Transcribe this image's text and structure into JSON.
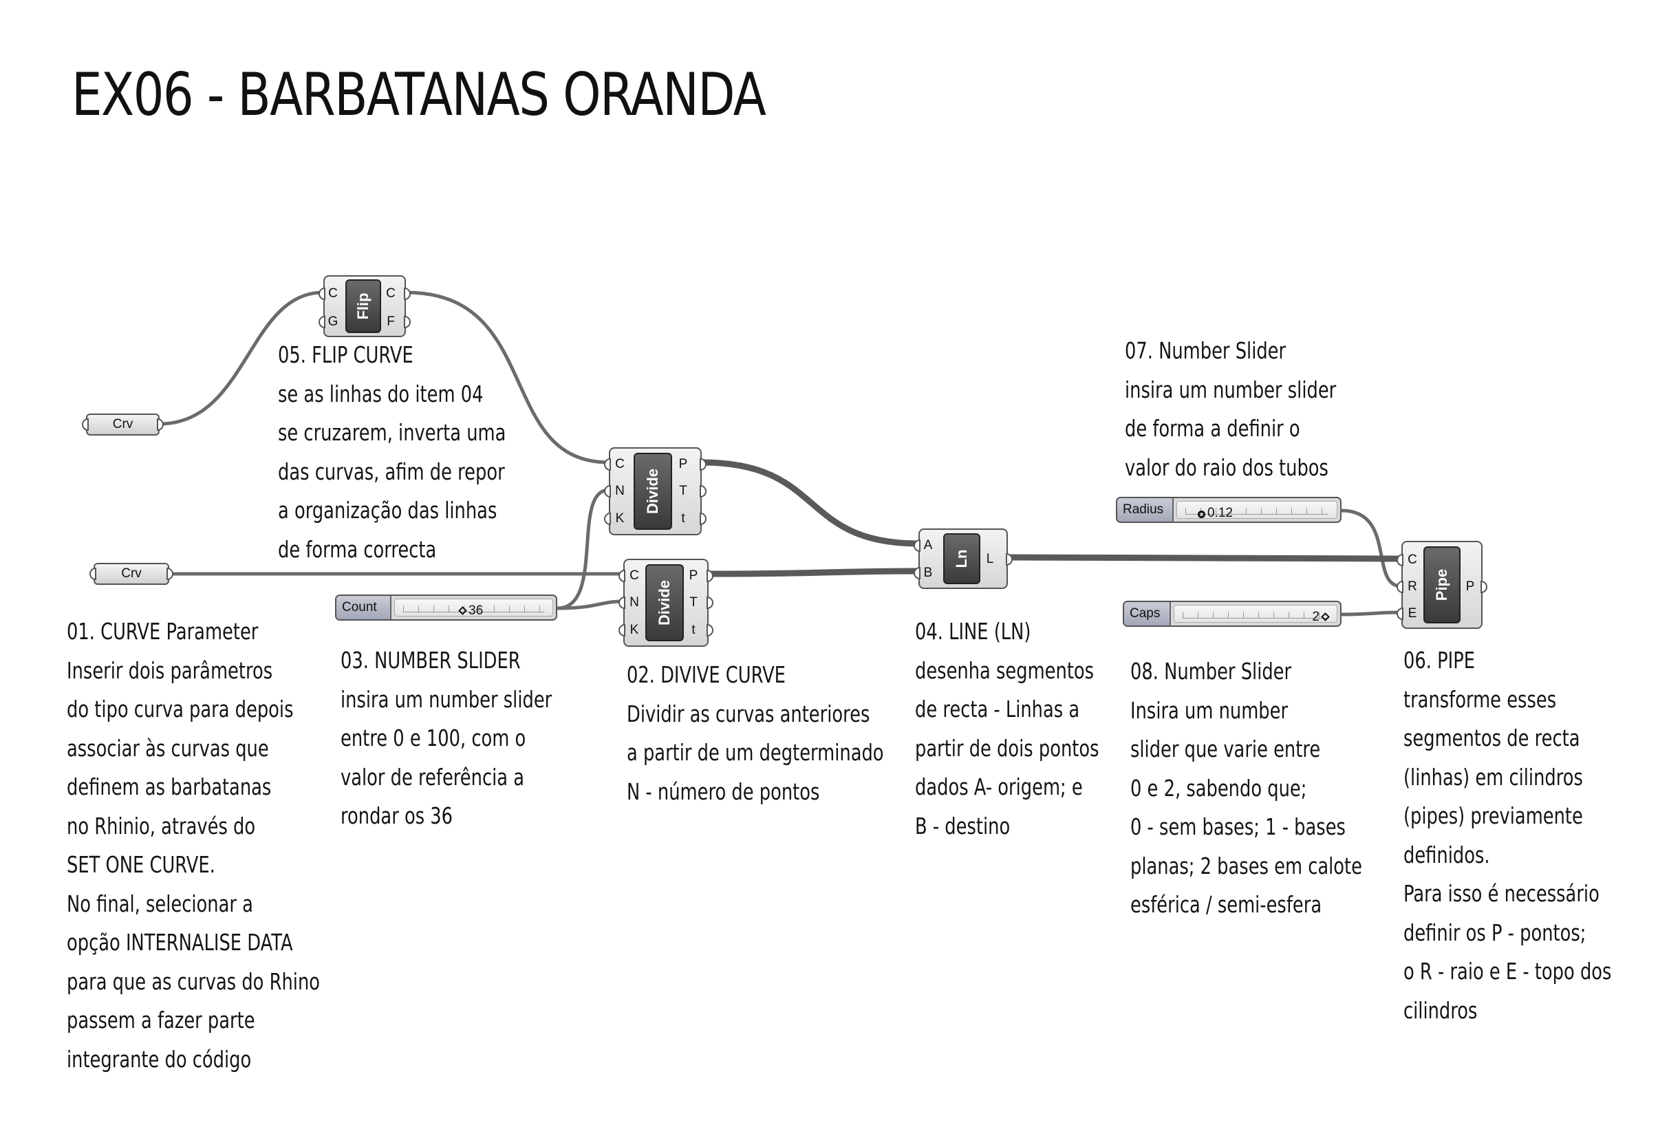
{
  "title": "EX06 - BARBATANAS ORANDA",
  "notes": {
    "n01": [
      "01. CURVE Parameter",
      "Inserir dois parâmetros",
      "do tipo curva para depois",
      "associar às curvas que",
      "definem as barbatanas",
      "no Rhinio, através do",
      "SET ONE CURVE.",
      "No final, selecionar a",
      "opção INTERNALISE DATA",
      "para que as curvas do Rhino",
      "passem a fazer parte",
      "integrante do código"
    ],
    "n02": [
      "02. DIVIVE CURVE",
      "Dividir as curvas anteriores",
      "a partir de um degterminado",
      "N - número de pontos"
    ],
    "n03": [
      "03. NUMBER SLIDER",
      "insira um number slider",
      "entre 0 e 100, com o",
      "valor de referência a",
      "rondar os 36"
    ],
    "n04": [
      "04. LINE (LN)",
      "desenha segmentos",
      "de recta - Linhas a",
      "partir de dois pontos",
      "dados A- origem; e",
      "B - destino"
    ],
    "n05": [
      "05. FLIP CURVE",
      "se as linhas do item 04",
      "se cruzarem, inverta uma",
      "das curvas, afim de repor",
      "a organização das linhas",
      "de forma correcta"
    ],
    "n06": [
      "06. PIPE",
      "transforme esses",
      "segmentos de recta",
      "(linhas) em cilindros",
      "(pipes) previamente",
      "definidos.",
      "Para isso é necessário",
      "definir os P - pontos;",
      "o R - raio e E - topo dos",
      "cilindros"
    ],
    "n07": [
      "07. Number Slider",
      "insira um number slider",
      "de forma a definir o",
      "valor do raio dos tubos"
    ],
    "n08": [
      "08. Number Slider",
      "Insira um number",
      "slider que varie entre",
      "0 e 2, sabendo que;",
      "0 - sem bases; 1 - bases",
      "planas; 2 bases em calote",
      "esférica / semi-esfera"
    ]
  },
  "components": {
    "crv1": {
      "label": "Crv"
    },
    "crv2": {
      "label": "Crv"
    },
    "flip": {
      "label": "Flip",
      "inputs": [
        "C",
        "G"
      ],
      "outputs": [
        "C",
        "F"
      ]
    },
    "divide1": {
      "label": "Divide",
      "inputs": [
        "C",
        "N",
        "K"
      ],
      "outputs": [
        "P",
        "T",
        "t"
      ]
    },
    "divide2": {
      "label": "Divide",
      "inputs": [
        "C",
        "N",
        "K"
      ],
      "outputs": [
        "P",
        "T",
        "t"
      ]
    },
    "line": {
      "label": "Ln",
      "inputs": [
        "A",
        "B"
      ],
      "outputs": [
        "L"
      ]
    },
    "pipe": {
      "label": "Pipe",
      "inputs": [
        "C",
        "R",
        "E"
      ],
      "outputs": [
        "P"
      ]
    }
  },
  "sliders": {
    "count": {
      "label": "Count",
      "value": "36"
    },
    "radius": {
      "label": "Radius",
      "value": "0.12"
    },
    "caps": {
      "label": "Caps",
      "value": "2"
    }
  },
  "colors": {
    "wire": "#6b6b6b",
    "wire_selected": "#5a5a5a",
    "text": "#151515"
  }
}
